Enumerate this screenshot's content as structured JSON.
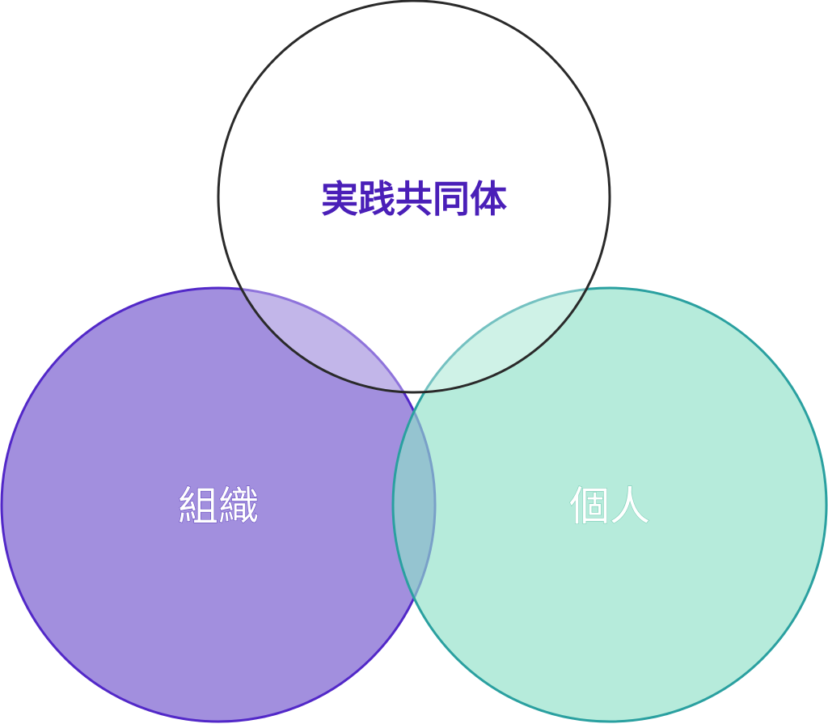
{
  "diagram": {
    "type": "venn",
    "sets": [
      {
        "id": "community",
        "label": "実践共同体",
        "fill": "none",
        "stroke": "#2a2a2a",
        "text_color": "#4a1fb8"
      },
      {
        "id": "organization",
        "label": "組織",
        "fill": "#7b5fd0",
        "fill_opacity": 0.7,
        "stroke": "#5228c8",
        "text_color": "#ffffff",
        "text_stroke": "#6a50c0"
      },
      {
        "id": "individual",
        "label": "個人",
        "fill": "#8fe0c8",
        "fill_opacity": 0.65,
        "stroke": "#2aa0a0",
        "text_color": "#ffffff",
        "text_stroke": "#7fcfb8"
      }
    ]
  }
}
